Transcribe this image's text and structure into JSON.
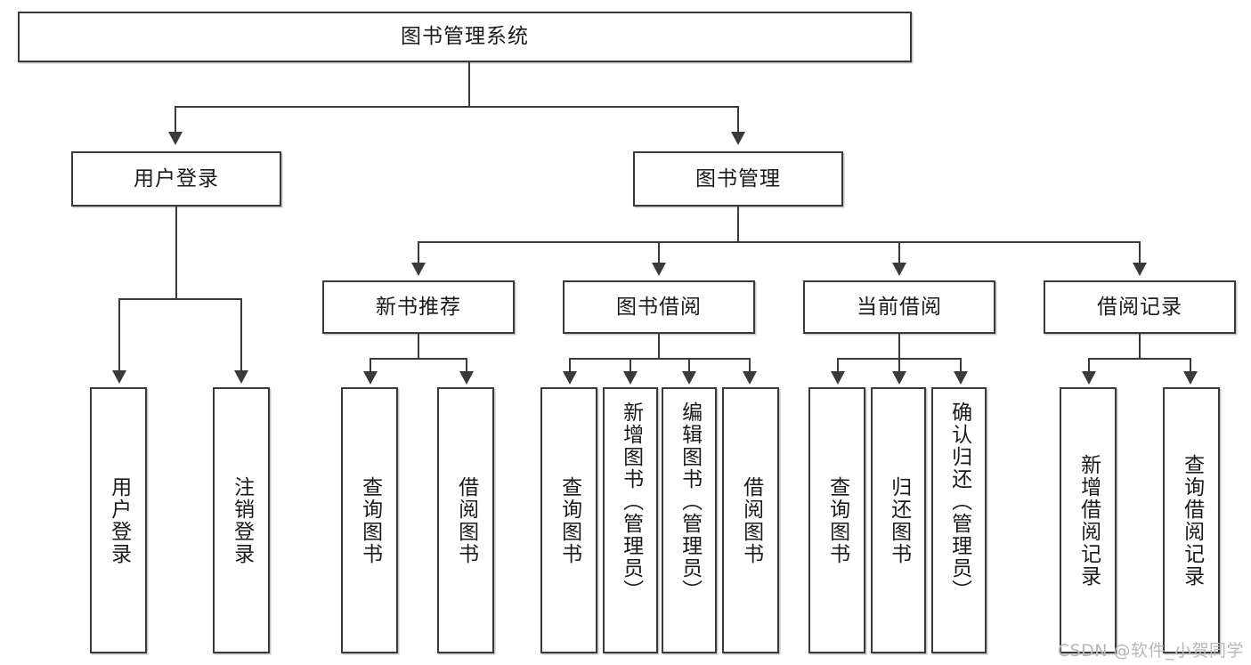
{
  "diagram": {
    "type": "tree",
    "title": "图书管理系统",
    "root": {
      "label": "图书管理系统"
    },
    "level2": [
      {
        "label": "用户登录"
      },
      {
        "label": "图书管理"
      }
    ],
    "level3": [
      {
        "label": "新书推荐"
      },
      {
        "label": "图书借阅"
      },
      {
        "label": "当前借阅"
      },
      {
        "label": "借阅记录"
      }
    ],
    "leaves": {
      "user_login": [
        {
          "label": "用户登录"
        },
        {
          "label": "注销登录"
        }
      ],
      "new_book": [
        {
          "label": "查询图书"
        },
        {
          "label": "借阅图书"
        }
      ],
      "book_borrow": [
        {
          "label": "查询图书"
        },
        {
          "label": "新增图书（管理员）"
        },
        {
          "label": "编辑图书（管理员）"
        },
        {
          "label": "借阅图书"
        }
      ],
      "current_borrow": [
        {
          "label": "查询图书"
        },
        {
          "label": "归还图书"
        },
        {
          "label": "确认归还（管理员）"
        }
      ],
      "borrow_record": [
        {
          "label": "新增借阅记录"
        },
        {
          "label": "查询借阅记录"
        }
      ]
    }
  },
  "watermark": {
    "text": "CSDN @软件_小贺同学"
  },
  "colors": {
    "stroke": "#3a3a3a",
    "fill": "#ffffff",
    "text": "#1b1b1b",
    "watermark": "#b8b8b8"
  }
}
